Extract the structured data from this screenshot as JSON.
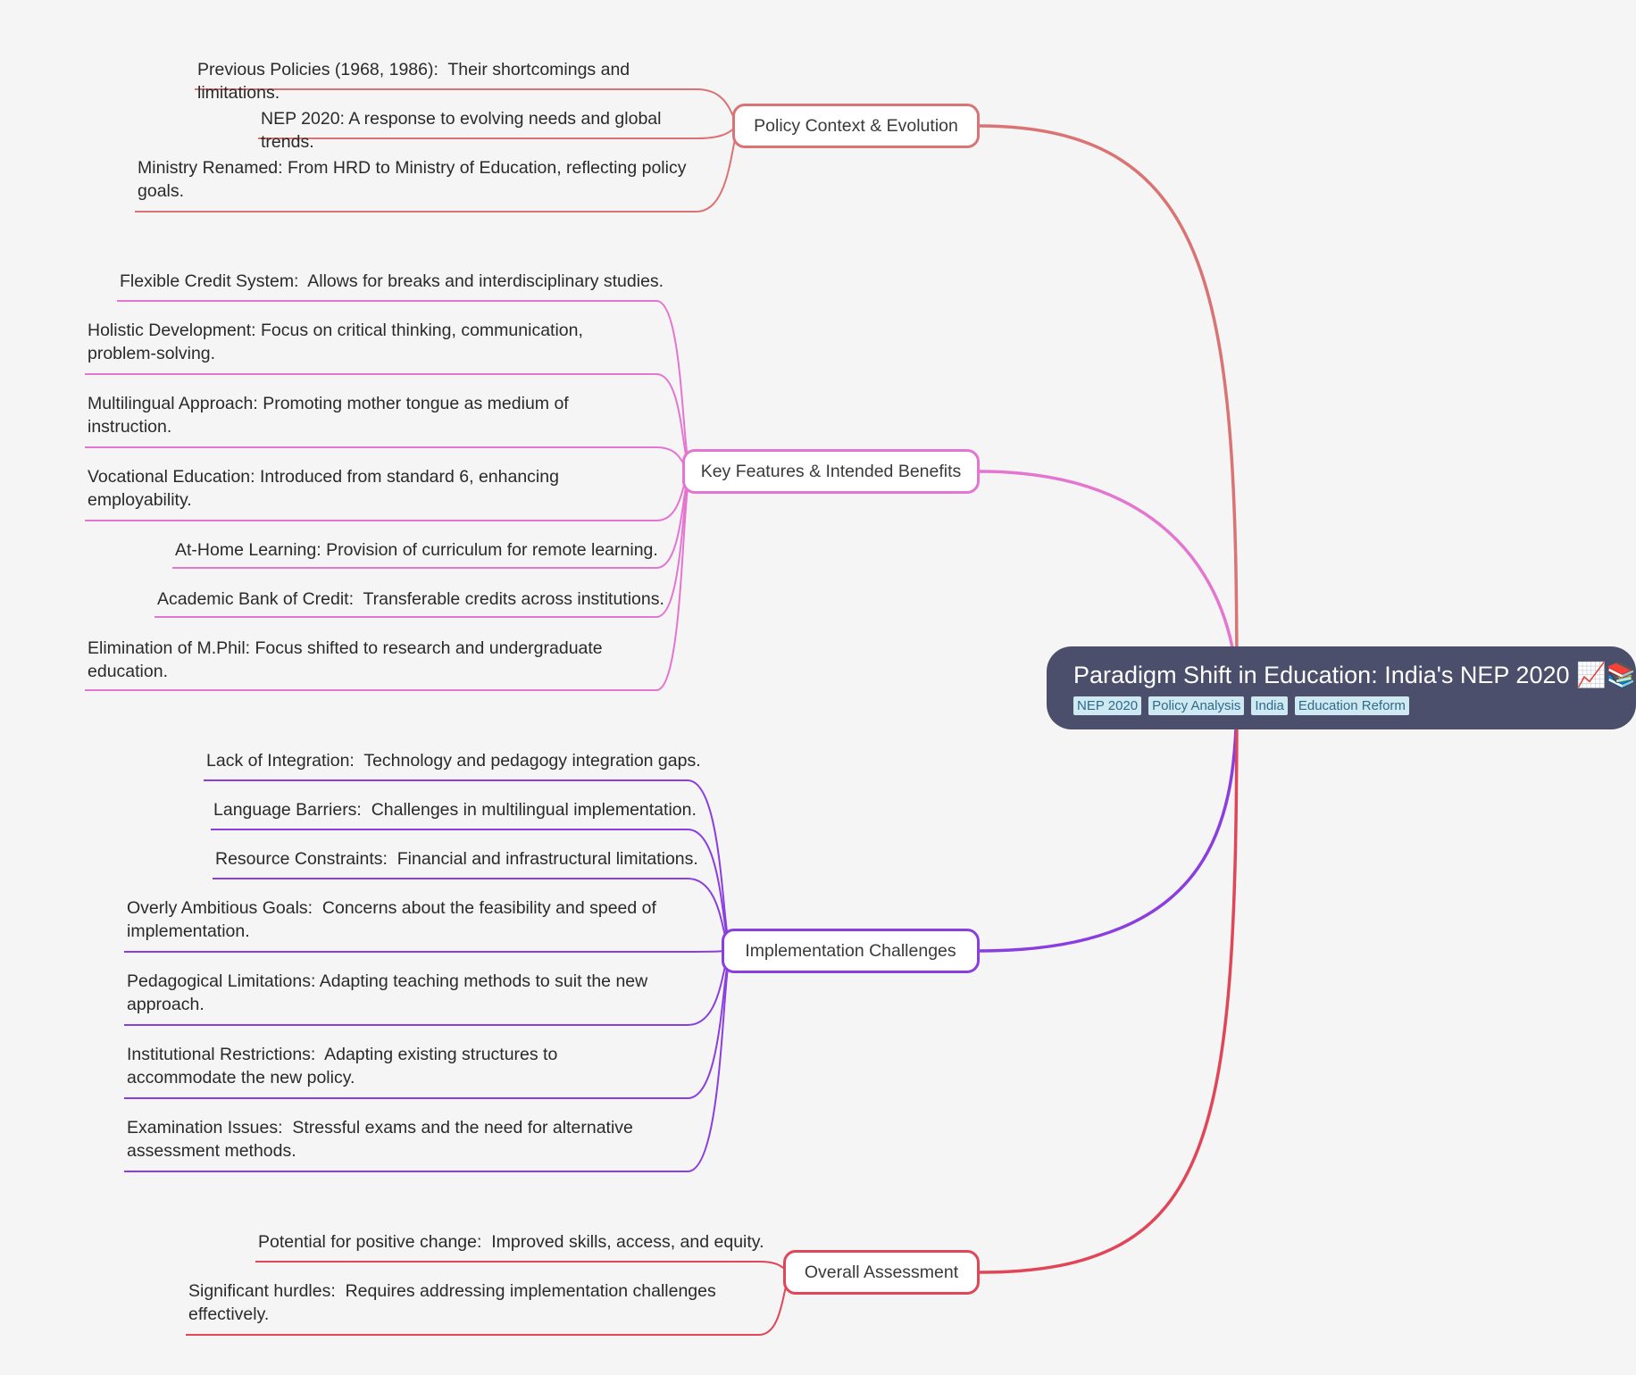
{
  "root": {
    "title": "Paradigm Shift in Education: India's NEP 2020 📈📚",
    "tags": [
      "NEP 2020",
      "Policy Analysis",
      "India",
      "Education Reform"
    ]
  },
  "branches": [
    {
      "label": "Policy Context & Evolution",
      "color": "#da7373",
      "children": [
        "Previous Policies (1968, 1986):  Their shortcomings and limitations.",
        "NEP 2020: A response to evolving needs and global trends.",
        "Ministry Renamed: From HRD to Ministry of Education, reflecting policy goals."
      ]
    },
    {
      "label": "Key Features & Intended Benefits",
      "color": "#e475d0",
      "children": [
        "Flexible Credit System:  Allows for breaks and interdisciplinary studies.",
        "Holistic Development: Focus on critical thinking, communication, problem-solving.",
        "Multilingual Approach: Promoting mother tongue as medium of instruction.",
        "Vocational Education: Introduced from standard 6, enhancing employability.",
        "At-Home Learning: Provision of curriculum for remote learning.",
        "Academic Bank of Credit:  Transferable credits across institutions.",
        "Elimination of M.Phil: Focus shifted to research and undergraduate education."
      ]
    },
    {
      "label": "Implementation Challenges",
      "color": "#8a3ee0",
      "children": [
        "Lack of Integration:  Technology and pedagogy integration gaps.",
        "Language Barriers:  Challenges in multilingual implementation.",
        "Resource Constraints:  Financial and infrastructural limitations.",
        "Overly Ambitious Goals:  Concerns about the feasibility and speed of implementation.",
        "Pedagogical Limitations: Adapting teaching methods to suit the new approach.",
        "Institutional Restrictions:  Adapting existing structures to accommodate the new policy.",
        "Examination Issues:  Stressful exams and the need for alternative assessment methods."
      ]
    },
    {
      "label": "Overall Assessment",
      "color": "#e04657",
      "children": [
        "Potential for positive change:  Improved skills, access, and equity.",
        "Significant hurdles:  Requires addressing implementation challenges effectively."
      ]
    }
  ]
}
